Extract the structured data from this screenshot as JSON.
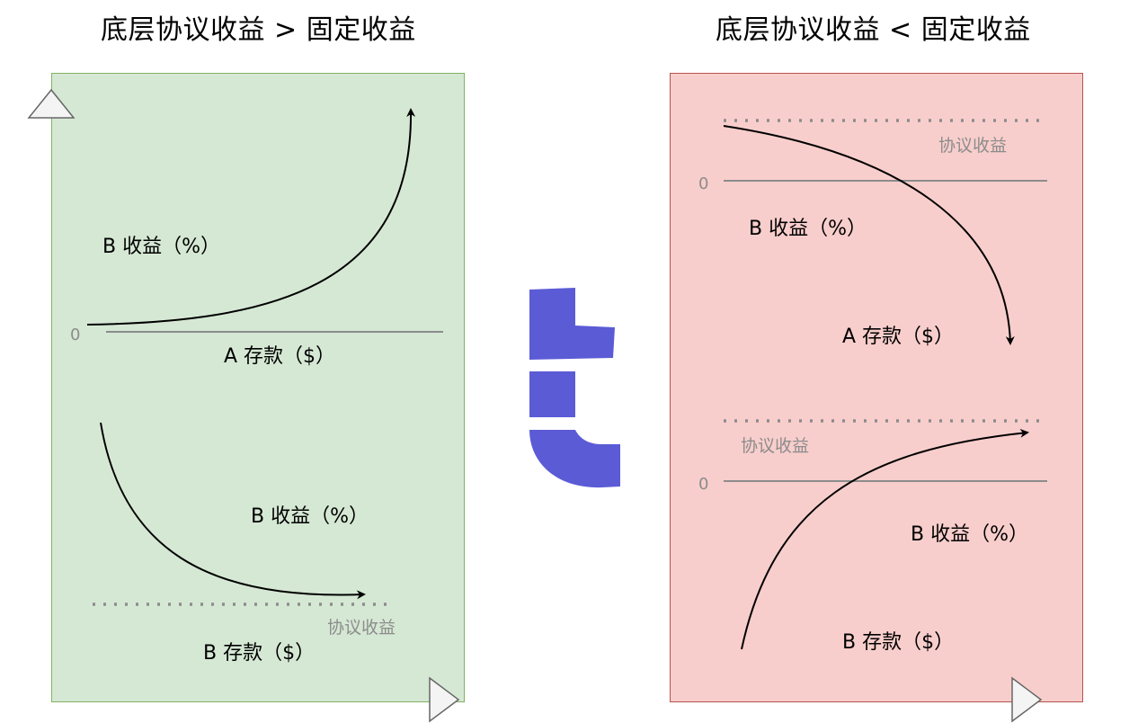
{
  "titles": {
    "left": "底层协议收益 > 固定收益",
    "right": "底层协议收益 < 固定收益"
  },
  "left_panel": {
    "top_chart": {
      "curve_label": "B 收益（%）",
      "zero_label": "0",
      "axis_label": "A 存款（$）"
    },
    "bottom_chart": {
      "curve_label": "B 收益（%）",
      "reference_label": "协议收益",
      "axis_label": "B 存款（$）"
    }
  },
  "right_panel": {
    "top_chart": {
      "reference_label": "协议收益",
      "zero_label": "0",
      "curve_label": "B 收益（%）",
      "axis_label": "A 存款（$）"
    },
    "bottom_chart": {
      "reference_label": "协议收益",
      "zero_label": "0",
      "curve_label": "B 收益（%）",
      "axis_label": "B 存款（$）"
    }
  },
  "colors": {
    "left_fill": "#d5e8d4",
    "left_border": "#82b366",
    "right_fill": "#f8cecc",
    "right_border": "#b85450",
    "logo": "#5b5bd6",
    "reference_line": "#8c8c8c"
  },
  "logo": {
    "icon": "letter-t-logo-icon"
  }
}
